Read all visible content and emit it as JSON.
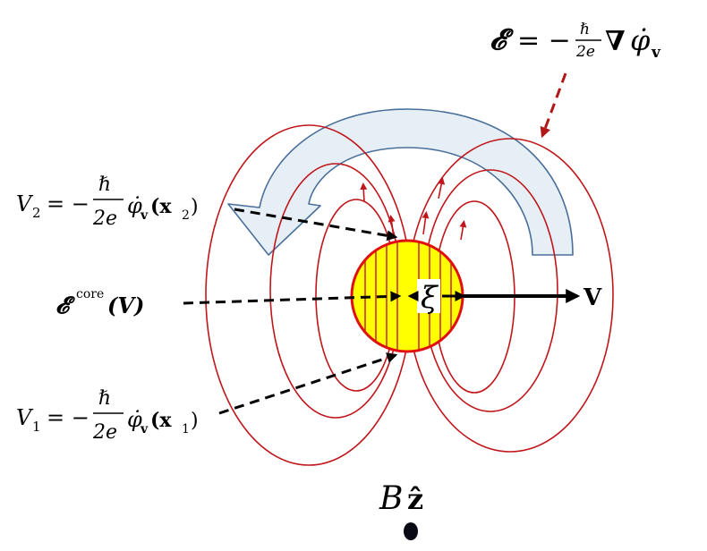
{
  "equations": {
    "field": {
      "lhs": "𝓔",
      "eq": "= −",
      "frac_num": "ℏ",
      "frac_den": "2e",
      "nabla": "∇",
      "phi": "φ̇",
      "sub": "v"
    },
    "v2": {
      "lhs": "V",
      "lhs_sub": "2",
      "eq": "= −",
      "frac_num": "ℏ",
      "frac_den": "2e",
      "phi": "φ̇",
      "phi_sub": "v",
      "arg": "(x",
      "arg_sub": "2",
      "close": ")"
    },
    "v1": {
      "lhs": "V",
      "lhs_sub": "1",
      "eq": "= −",
      "frac_num": "ℏ",
      "frac_den": "2e",
      "phi": "φ̇",
      "phi_sub": "v",
      "arg": "(x",
      "arg_sub": "1",
      "close": ")"
    },
    "core": {
      "lhs": "𝓔",
      "sup": "core",
      "arg": "(V)"
    }
  },
  "labels": {
    "xi": "ξ",
    "velocity": "V",
    "bfield": "B",
    "bfield_vec": "ẑ"
  },
  "colors": {
    "field_line": "#c0161b",
    "core_fill": "#ffff00",
    "core_stroke": "#e01010",
    "curl_fill": "#e6eff6",
    "curl_stroke": "#4a6f9a",
    "ink": "#000000"
  }
}
